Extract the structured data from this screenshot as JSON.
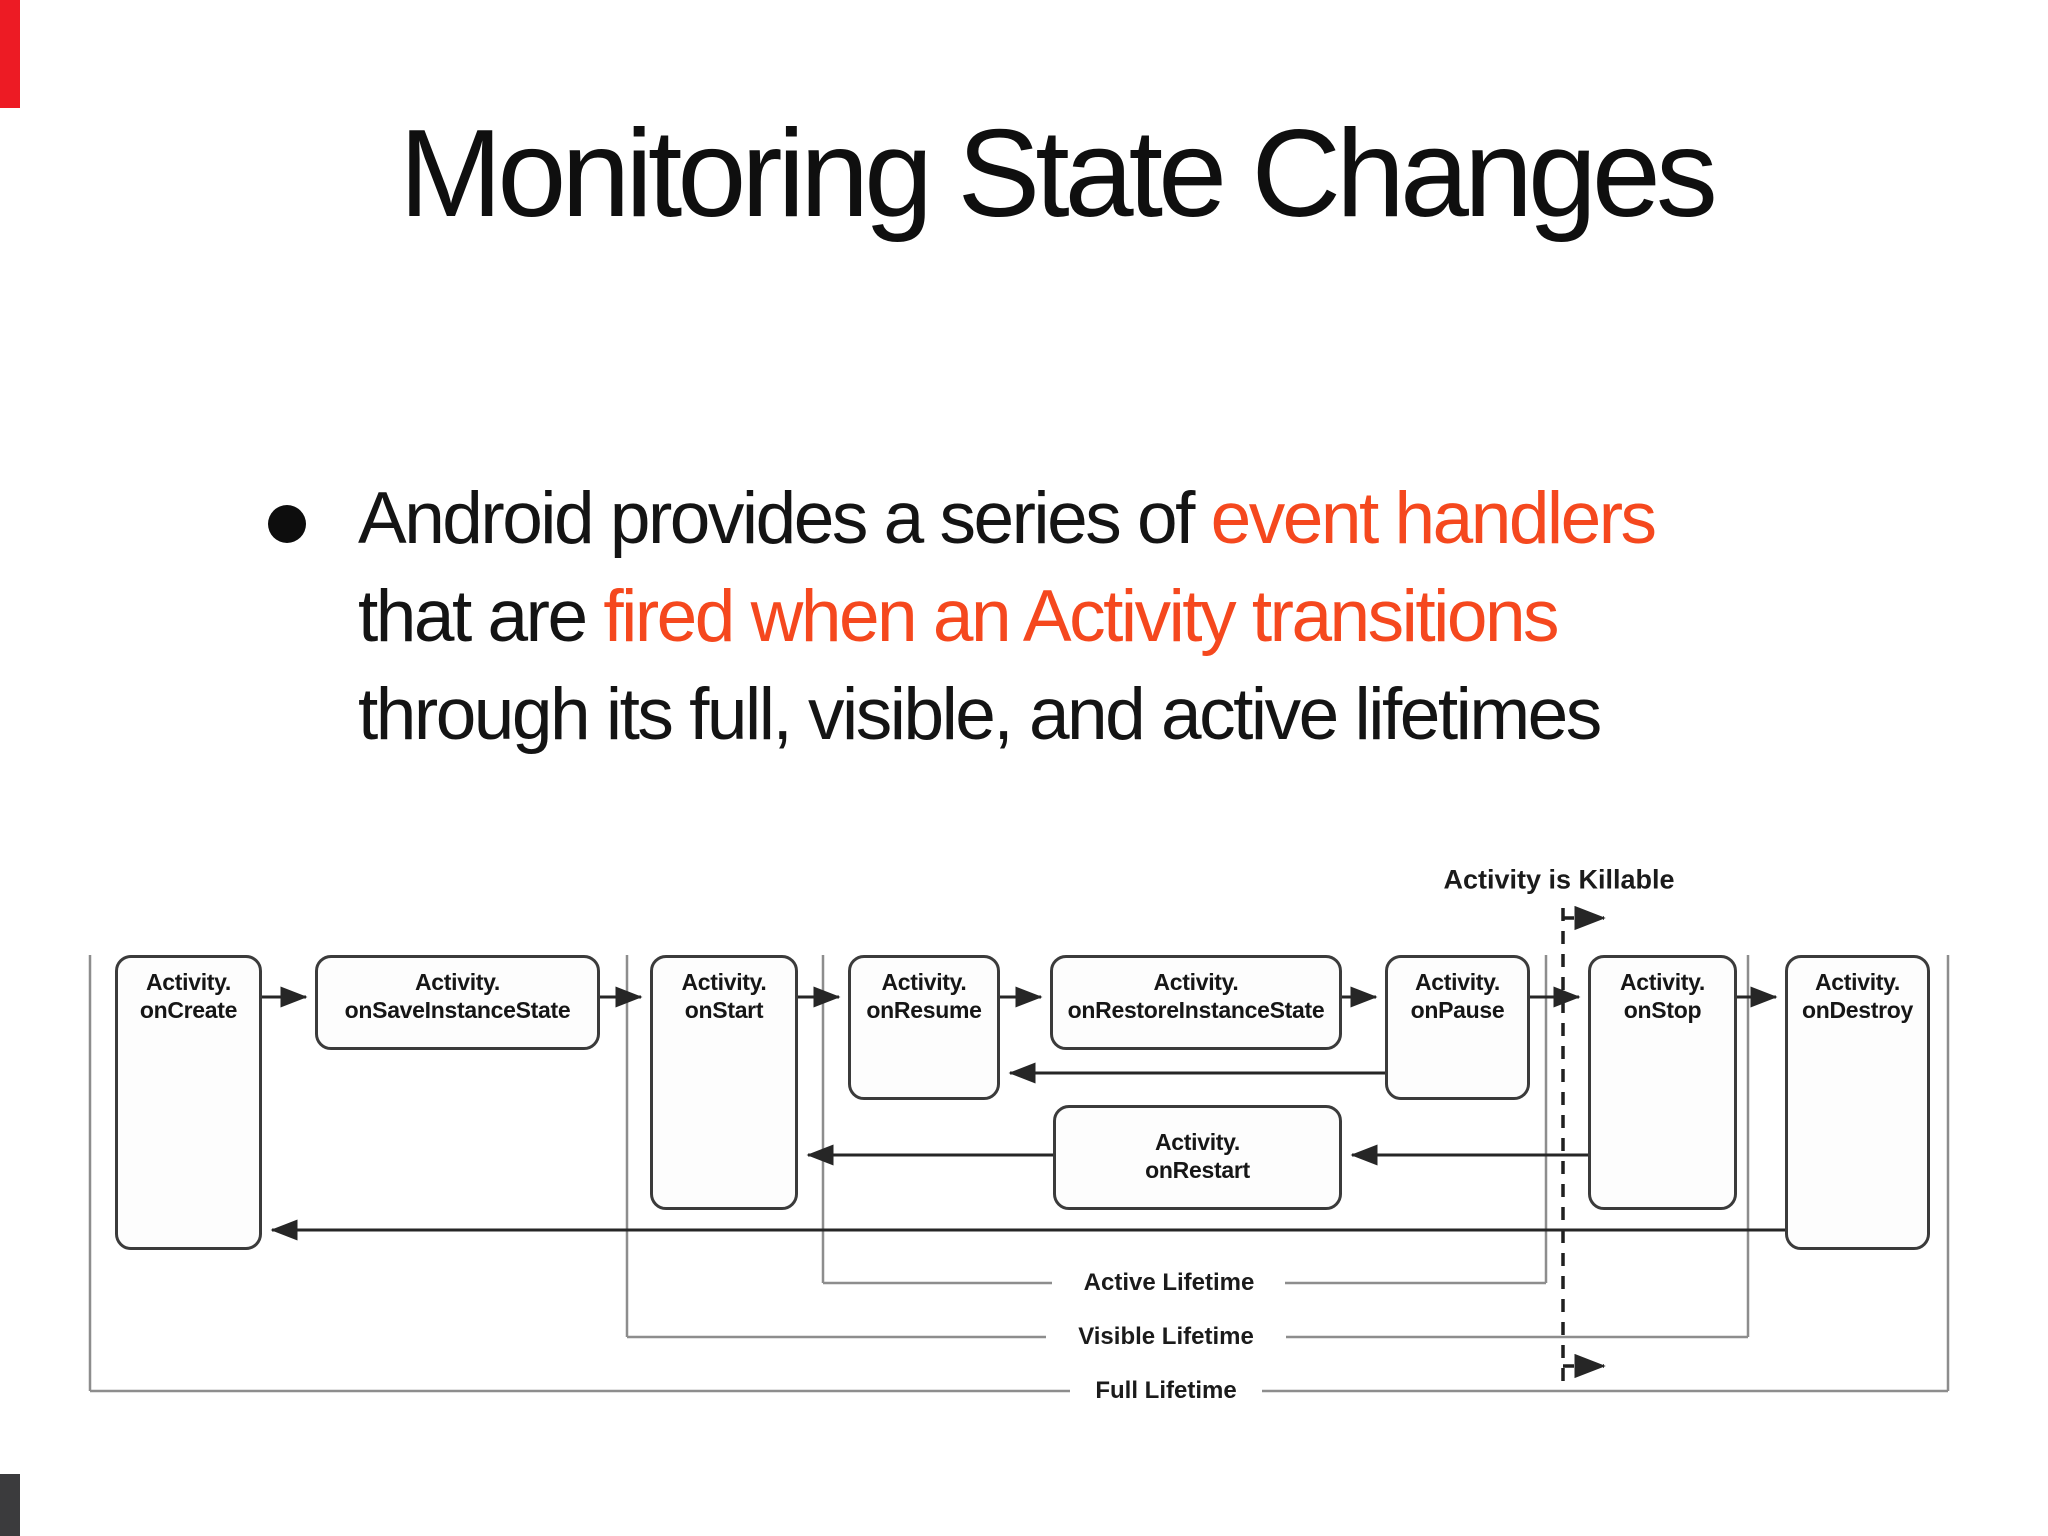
{
  "slide": {
    "title": "Monitoring State Changes",
    "bullet": {
      "l1a": "Android provides a series of ",
      "l1b": "event handlers",
      "l2a": "that are ",
      "l2b": "fired when an Activity transitions",
      "l3": "through its full, visible, and active lifetimes"
    },
    "colors": {
      "accent_orange": "#F5481E",
      "edge_marker_red": "#ED1B24",
      "edge_marker_dark": "#3B3B3D",
      "diagram_line_gray": "#8d8d8d"
    }
  },
  "diagram": {
    "killable_label": "Activity is Killable",
    "boxes": [
      {
        "line1": "Activity.",
        "line2": "onCreate"
      },
      {
        "line1": "Activity.",
        "line2": "onSaveInstanceState"
      },
      {
        "line1": "Activity.",
        "line2": "onStart"
      },
      {
        "line1": "Activity.",
        "line2": "onResume"
      },
      {
        "line1": "Activity.",
        "line2": "onRestoreInstanceState"
      },
      {
        "line1": "Activity.",
        "line2": "onPause"
      },
      {
        "line1": "Activity.",
        "line2": "onStop"
      },
      {
        "line1": "Activity.",
        "line2": "onDestroy"
      },
      {
        "line1": "Activity.",
        "line2": "onRestart"
      }
    ],
    "lifetime_labels": {
      "active": "Active Lifetime",
      "visible": "Visible Lifetime",
      "full": "Full Lifetime"
    }
  }
}
